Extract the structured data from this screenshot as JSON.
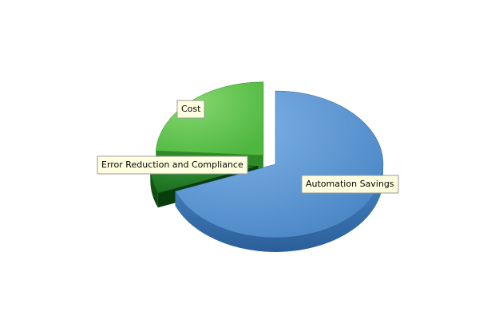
{
  "chart_data": {
    "type": "pie",
    "title": "",
    "style": "3d-exploded",
    "legend": "none",
    "slices": [
      {
        "label": "Automation Savings",
        "value": 69,
        "color": "#4a86c5",
        "color_light": "#7fb2e6",
        "color_dark": "#2b5f99"
      },
      {
        "label": "Error Reduction and Compliance",
        "value": 7,
        "color": "#176a1c",
        "color_light": "#2f8a32",
        "color_dark": "#0a3d0d"
      },
      {
        "label": "Cost",
        "value": 24,
        "color": "#4fb73f",
        "color_light": "#86d870",
        "color_dark": "#2e8a27"
      }
    ]
  }
}
